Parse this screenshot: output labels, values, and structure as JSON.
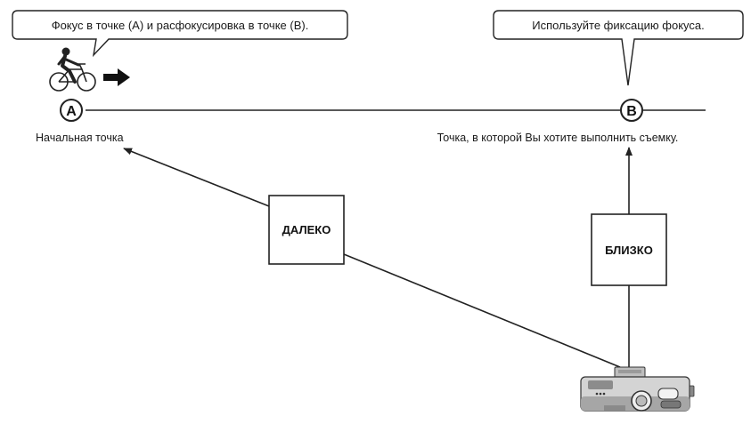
{
  "callouts": {
    "left": "Фокус в точке (A) и расфокусировка в точке (B).",
    "right": "Используйте фиксацию фокуса."
  },
  "points": {
    "a": {
      "letter": "A",
      "label": "Начальная точка"
    },
    "b": {
      "letter": "B",
      "label": "Точка, в которой Вы хотите выполнить съемку."
    }
  },
  "boxes": {
    "far": "ДАЛЕКО",
    "near": "БЛИЗКО"
  },
  "icons": {
    "cyclist": "cyclist-icon",
    "direction_arrow": "right-arrow-icon",
    "camera": "camera-icon"
  }
}
